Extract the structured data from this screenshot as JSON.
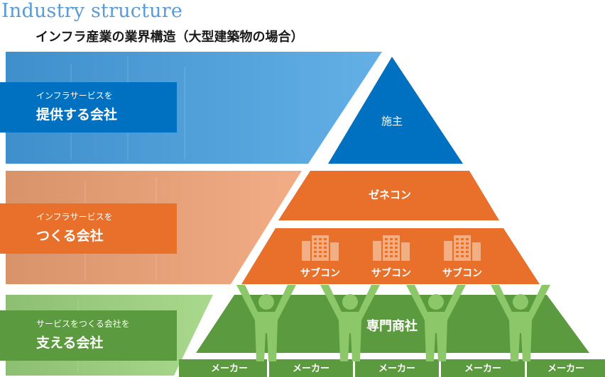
{
  "header": {
    "title_en": "Industry structure",
    "title_jp": "インフラ産業の業界構造（大型建築物の場合）"
  },
  "tiers": [
    {
      "line1": "インフラサービスを",
      "line2": "提供する会社",
      "color": "#0070c0"
    },
    {
      "line1": "インフラサービスを",
      "line2": "つくる会社",
      "color": "#e8702a"
    },
    {
      "line1": "サービスをつくる会社を",
      "line2": "支える会社",
      "color": "#5b9a3e"
    }
  ],
  "pyramid": {
    "owner": "施主",
    "general_contractor": "ゼネコン",
    "subcontractors": [
      "サブコン",
      "サブコン",
      "サブコン"
    ],
    "trading_company": "専門商社",
    "makers": [
      "メーカー",
      "メーカー",
      "メーカー",
      "メーカー",
      "メーカー"
    ]
  },
  "colors": {
    "blue": "#0070c0",
    "blue_band": "#5aa7e0",
    "orange": "#e8702a",
    "orange_band": "#efa27a",
    "green": "#5b9a3e",
    "green_band": "#9fcf80",
    "figure": "#8cc76a"
  }
}
